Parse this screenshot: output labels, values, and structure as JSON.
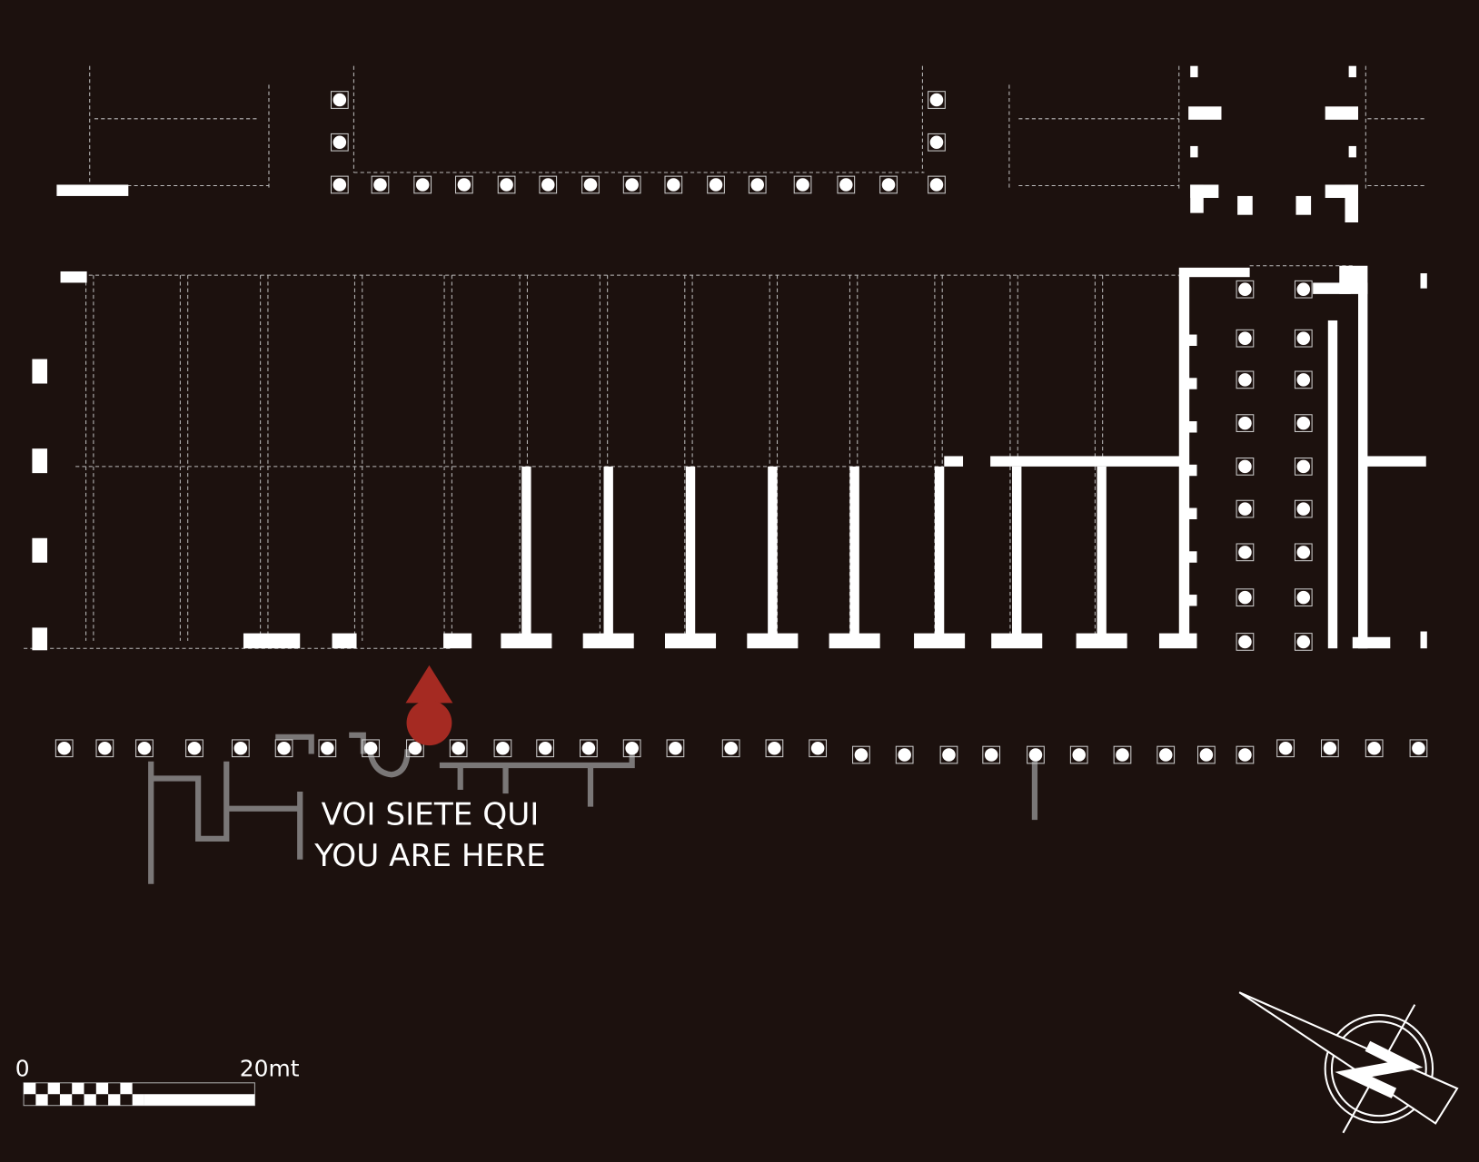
{
  "map": {
    "you_are_here": {
      "line_it": "VOI SIETE QUI",
      "line_en": "YOU ARE HERE",
      "marker_color": "#a52a22"
    },
    "scale_bar": {
      "start_label": "0",
      "end_label": "20mt"
    },
    "north_arrow": {
      "letter": "N"
    },
    "colors": {
      "background": "#1c110e",
      "walls": "#ffffff",
      "ruins": "#7a7777"
    }
  }
}
